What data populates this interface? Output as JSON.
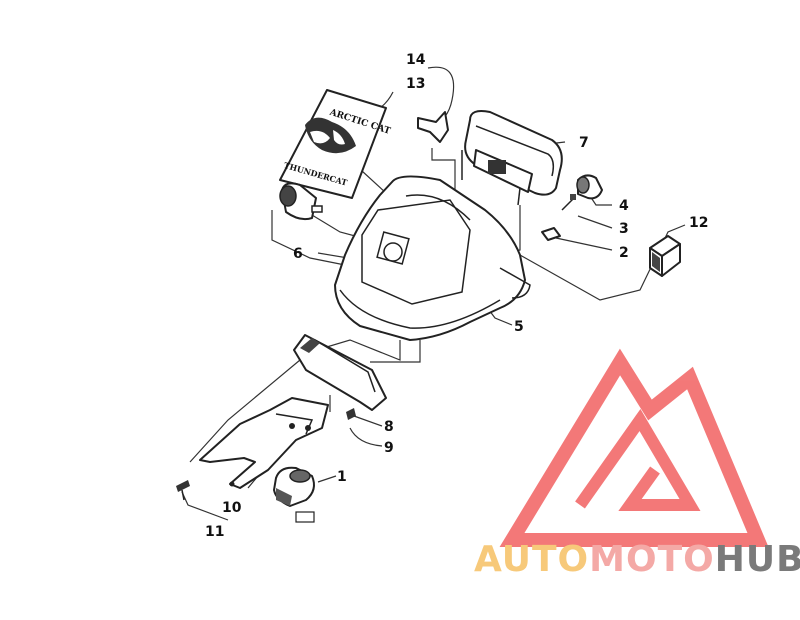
{
  "diagram": {
    "callouts": [
      {
        "id": "p1",
        "label": "1"
      },
      {
        "id": "p2",
        "label": "2"
      },
      {
        "id": "p3",
        "label": "3"
      },
      {
        "id": "p4",
        "label": "4"
      },
      {
        "id": "p5",
        "label": "5"
      },
      {
        "id": "p6",
        "label": "6"
      },
      {
        "id": "p7",
        "label": "7"
      },
      {
        "id": "p8",
        "label": "8"
      },
      {
        "id": "p9",
        "label": "9"
      },
      {
        "id": "p10",
        "label": "10"
      },
      {
        "id": "p11",
        "label": "11"
      },
      {
        "id": "p12",
        "label": "12"
      },
      {
        "id": "p13",
        "label": "13"
      },
      {
        "id": "p14",
        "label": "14"
      }
    ],
    "decal": {
      "line1": "ARCTIC CAT",
      "line2": "THUNDERCAT"
    }
  },
  "watermark": {
    "text_auto": "AUTO",
    "text_moto": "MOTO",
    "text_hub": "HUB",
    "color_auto": "#f7c97a",
    "color_moto": "#f4a9a6",
    "color_hub": "#7a7a7a",
    "logo_color": "#f26a6a"
  }
}
